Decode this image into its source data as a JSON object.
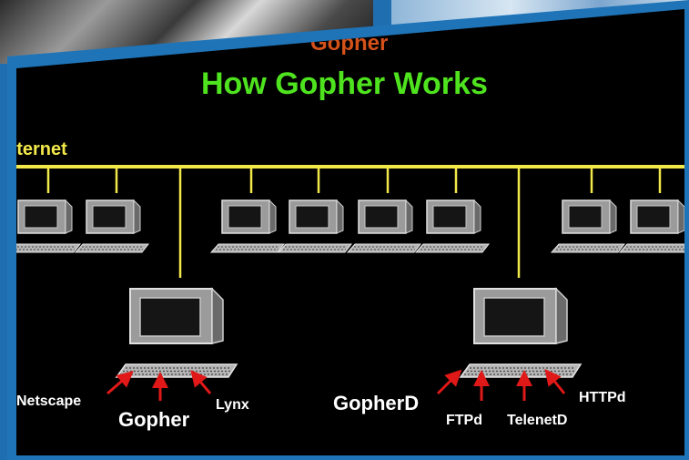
{
  "slide": {
    "header": "Gopher",
    "title": "How Gopher Works",
    "network_label": "nternet"
  },
  "client": {
    "main_label": "Gopher",
    "browsers": [
      "Netscape",
      "Lynx"
    ]
  },
  "server": {
    "main_label": "GopherD",
    "daemons": [
      "FTPd",
      "TelenetD",
      "HTTPd"
    ]
  },
  "colors": {
    "network_line": "#f2e84a",
    "arrows": "#e01818",
    "title": "#4ee31e",
    "header": "#d4511a",
    "frame": "#1f74b8"
  }
}
